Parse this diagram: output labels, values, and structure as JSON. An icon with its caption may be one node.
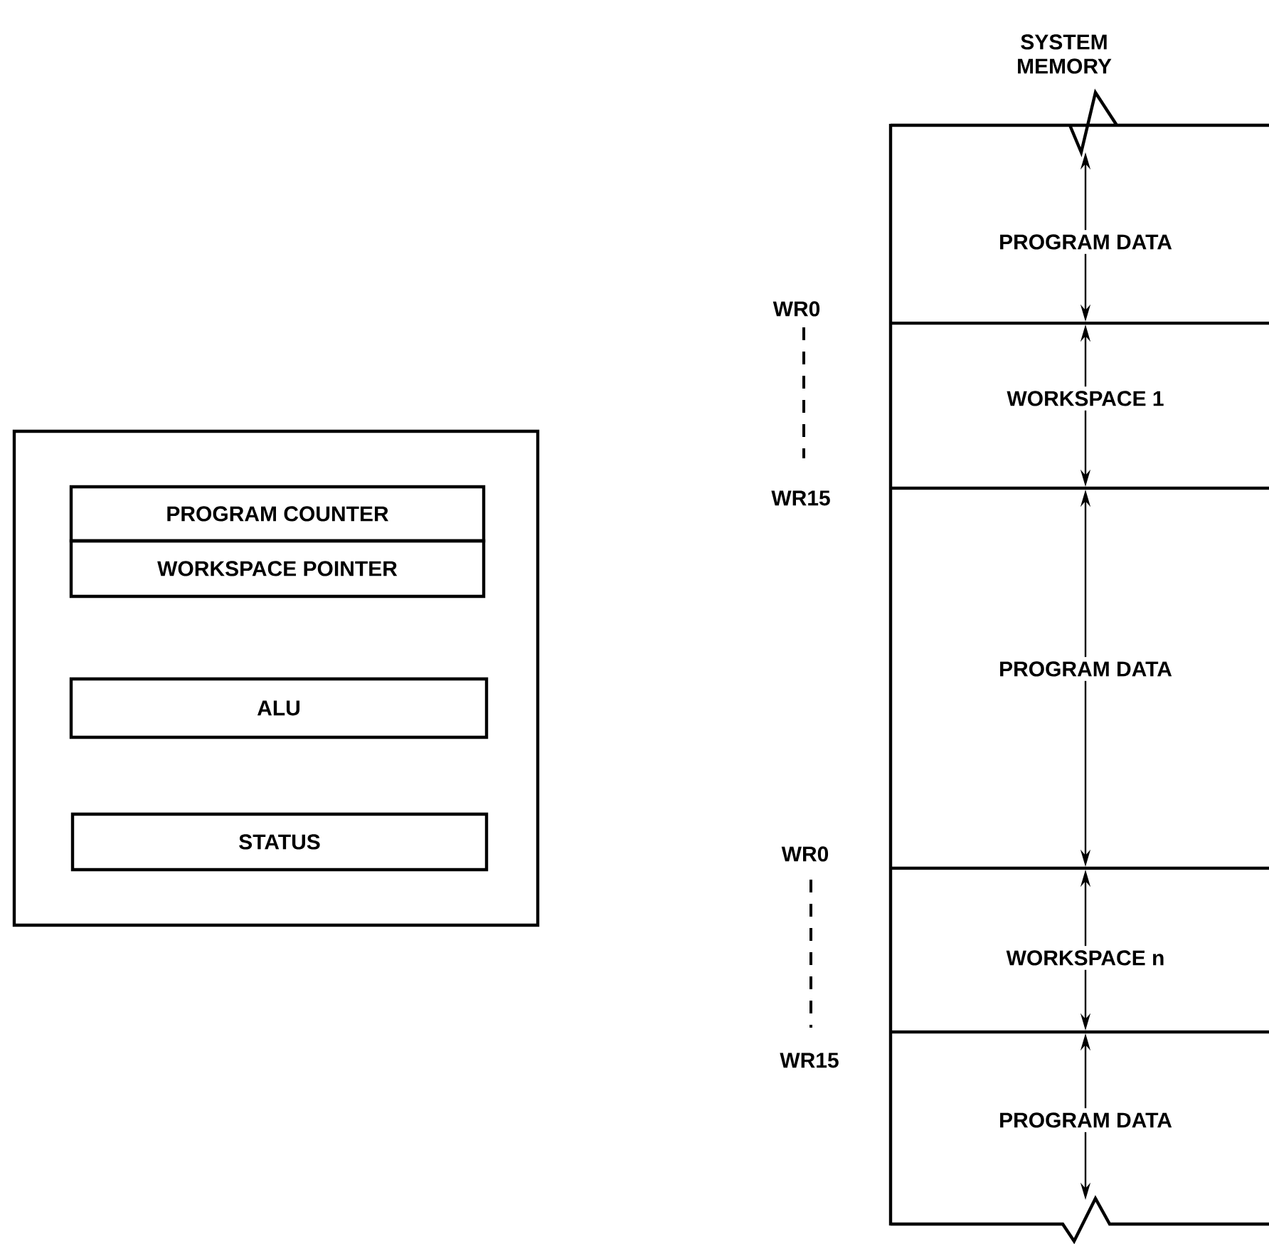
{
  "diagram": {
    "nodes": [
      {
        "text": [],
        "shape": "box"
      },
      {
        "text": [
          "PROGRAM COUNTER"
        ],
        "in": 0
      },
      {
        "text": [
          "WORKSPACE POINTER"
        ],
        "in": 0
      },
      {
        "text": [
          "ALU"
        ],
        "in": 0
      },
      {
        "text": [
          "STATUS"
        ],
        "in": 0
      },
      {
        "text": [
          "SYSTEM MEMORY"
        ]
      },
      {
        "text": [
          "PROGRAM DATA"
        ],
        "in": 5
      },
      {
        "text": [
          "WORKSPACE 1"
        ],
        "in": 5
      },
      {
        "text": [
          "PROGRAM DATA"
        ],
        "in": 5
      },
      {
        "text": [
          "WORKSPACE n"
        ],
        "in": 5
      },
      {
        "text": [
          "PROGRAM DATA"
        ],
        "in": 5
      }
    ],
    "labels": [
      "WR0",
      "WR15",
      "WR0",
      "WR15"
    ]
  }
}
